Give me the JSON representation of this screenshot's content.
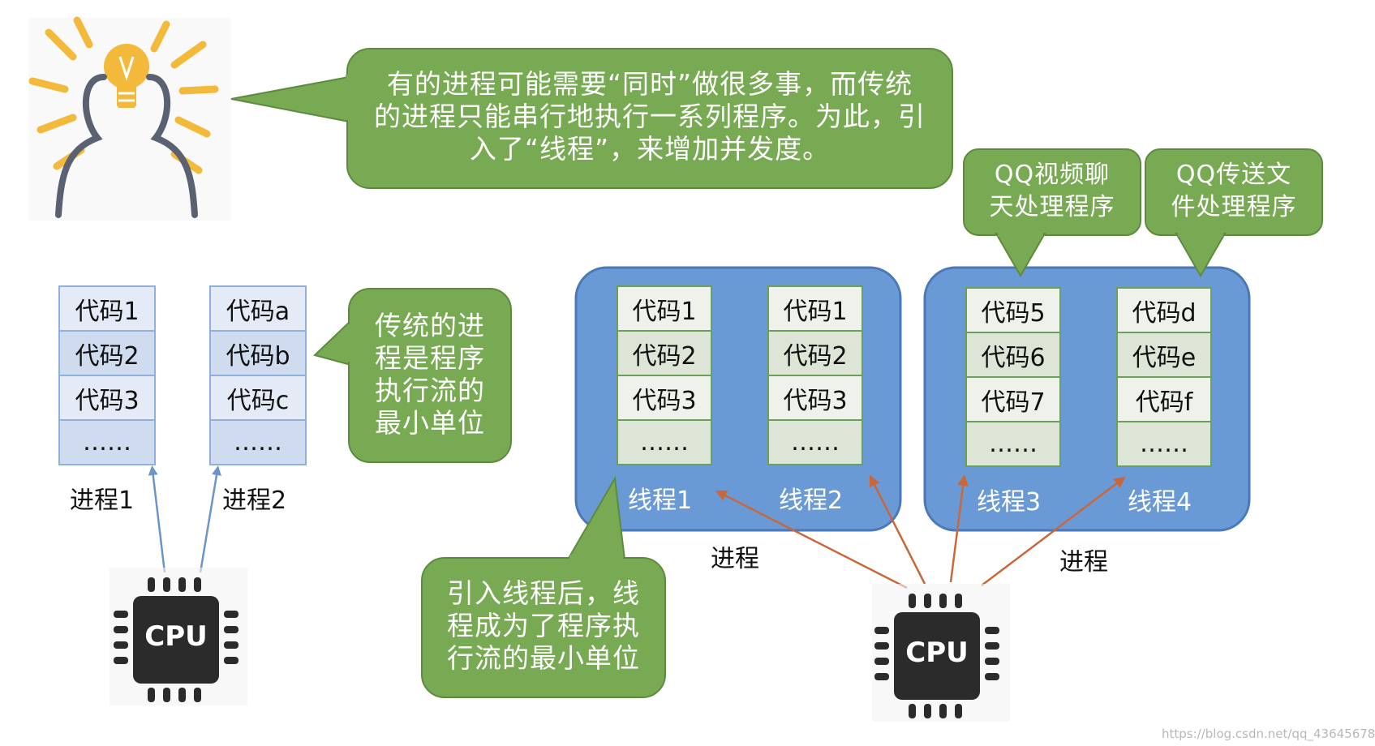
{
  "bubbles": {
    "top": [
      "有的进程可能需要“同时”做很多事，而传统",
      "的进程只能串行地执行一系列程序。为此，引",
      "入了“线程”，来增加并发度。"
    ],
    "traditional": [
      "传统的进",
      "程是程序",
      "执行流的",
      "最小单位"
    ],
    "thread_min": [
      "引入线程后，线",
      "程成为了程序执",
      "行流的最小单位"
    ],
    "qq_video": [
      "QQ视频聊",
      "天处理程序"
    ],
    "qq_file": [
      "QQ传送文",
      "件处理程序"
    ]
  },
  "left_processes": [
    {
      "cells": [
        "代码1",
        "代码2",
        "代码3",
        "……"
      ],
      "label": "进程1"
    },
    {
      "cells": [
        "代码a",
        "代码b",
        "代码c",
        "……"
      ],
      "label": "进程2"
    }
  ],
  "threaded_processes": [
    {
      "label": "进程",
      "threads": [
        {
          "cells": [
            "代码1",
            "代码2",
            "代码3",
            "……"
          ],
          "label": "线程1"
        },
        {
          "cells": [
            "代码1",
            "代码2",
            "代码3",
            "……"
          ],
          "label": "线程2"
        }
      ]
    },
    {
      "label": "进程",
      "threads": [
        {
          "cells": [
            "代码5",
            "代码6",
            "代码7",
            "……"
          ],
          "label": "线程3"
        },
        {
          "cells": [
            "代码d",
            "代码e",
            "代码f",
            "……"
          ],
          "label": "线程4"
        }
      ]
    }
  ],
  "cpu_label": "CPU",
  "watermark": "https://blog.csdn.net/qq_43645678",
  "colors": {
    "bubble_green": "#77aa52",
    "bubble_border": "#5e8a3e",
    "process_blue": "#6a9ad6",
    "process_border": "#4a78b8",
    "arrow_blue": "#6b94cc",
    "arrow_orange": "#c8683a",
    "cpu_dark": "#2b2b2b",
    "bulb_yellow": "#f3b93a",
    "figure_gray": "#5a6170"
  }
}
